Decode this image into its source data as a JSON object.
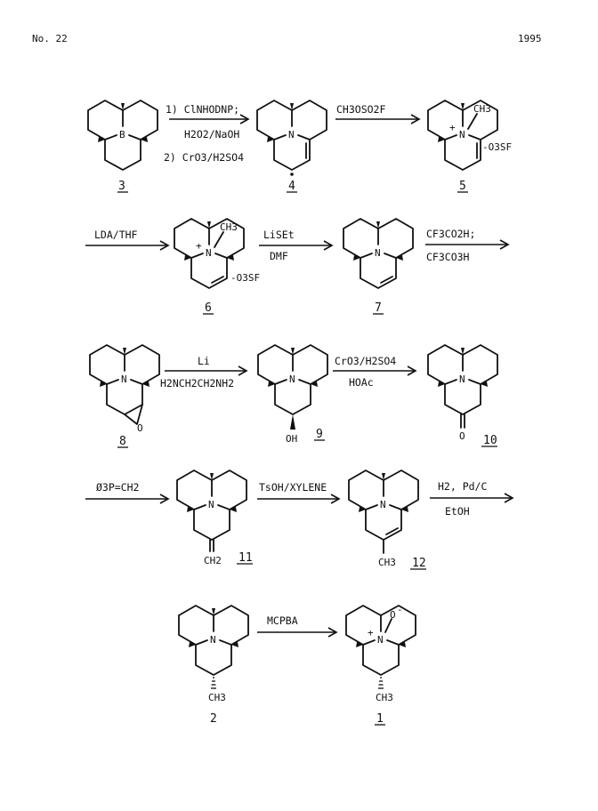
{
  "header": {
    "left": "No. 22",
    "right": "1995"
  },
  "compounds": {
    "c3": {
      "number": "3",
      "heteroatom": "B"
    },
    "c4": {
      "number": "4",
      "heteroatom": "N"
    },
    "c5": {
      "number": "5",
      "heteroatom": "N",
      "charge": "+",
      "substituent": "CH3",
      "counterion": "-O3SF"
    },
    "c6": {
      "number": "6",
      "heteroatom": "N",
      "charge": "+",
      "substituent": "CH3",
      "counterion": "-O3SF"
    },
    "c7": {
      "number": "7",
      "heteroatom": "N"
    },
    "c8": {
      "number": "8",
      "heteroatom": "N",
      "substituent": "O"
    },
    "c9": {
      "number": "9",
      "heteroatom": "N",
      "substituent": "OH"
    },
    "c10": {
      "number": "10",
      "heteroatom": "N",
      "substituent": "O"
    },
    "c11": {
      "number": "11",
      "heteroatom": "N",
      "substituent": "CH2"
    },
    "c12": {
      "number": "12",
      "heteroatom": "N",
      "substituent": "CH3"
    },
    "c2": {
      "number": "2",
      "heteroatom": "N",
      "substituent": "CH3"
    },
    "c1": {
      "number": "1",
      "heteroatom": "N",
      "charge": "+",
      "oxide": "O",
      "substituent": "CH3"
    }
  },
  "reactions": {
    "r1": {
      "line1": "1) ClNHODNP;",
      "line2": "H2O2/NaOH",
      "line3": "2) CrO3/H2SO4"
    },
    "r2": {
      "line1": "CH3OSO2F"
    },
    "r3": {
      "line1": "LDA/THF"
    },
    "r4": {
      "line1": "LiSEt",
      "line2": "DMF"
    },
    "r5": {
      "line1": "CF3CO2H;",
      "line2": "CF3CO3H"
    },
    "r6": {
      "line1": "Li",
      "line2": "H2NCH2CH2NH2"
    },
    "r7": {
      "line1": "CrO3/H2SO4",
      "line2": "HOAc"
    },
    "r8": {
      "line1": "Ø3P=CH2"
    },
    "r9": {
      "line1": "TsOH/XYLENE"
    },
    "r10": {
      "line1": "H2, Pd/C",
      "line2": "EtOH"
    },
    "r11": {
      "line1": "MCPBA"
    }
  }
}
